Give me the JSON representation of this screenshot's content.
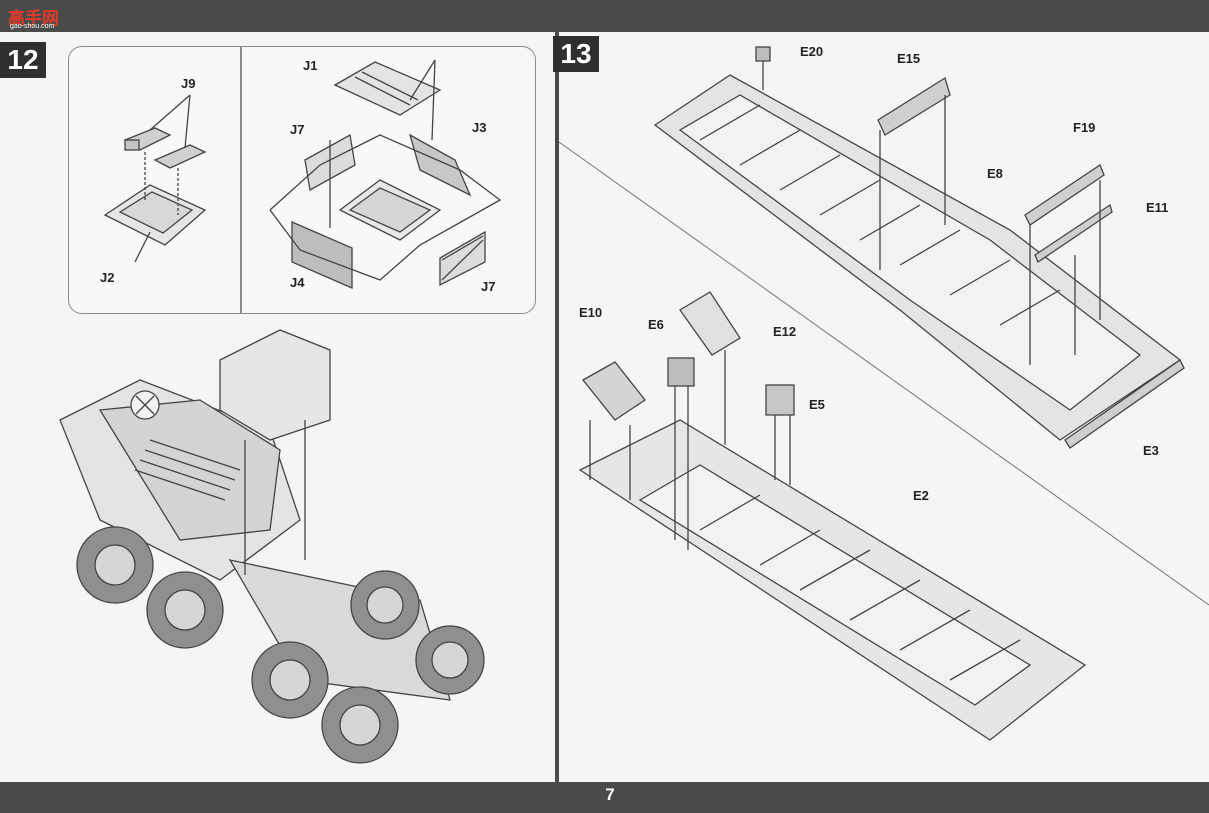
{
  "header": {
    "logo_text": "高手网",
    "logo_url": "gao-shou.com"
  },
  "page": {
    "number": "7"
  },
  "steps": [
    {
      "number": "12"
    },
    {
      "number": "13"
    }
  ],
  "step12_labels": {
    "j9": "J9",
    "j2": "J2",
    "j1": "J1",
    "j7a": "J7",
    "j3": "J3",
    "j4": "J4",
    "j7b": "J7"
  },
  "step13_labels": {
    "e20": "E20",
    "e15": "E15",
    "f19": "F19",
    "e8": "E8",
    "e11": "E11",
    "e10": "E10",
    "e6": "E6",
    "e12": "E12",
    "e5": "E5",
    "e3": "E3",
    "e2": "E2"
  }
}
